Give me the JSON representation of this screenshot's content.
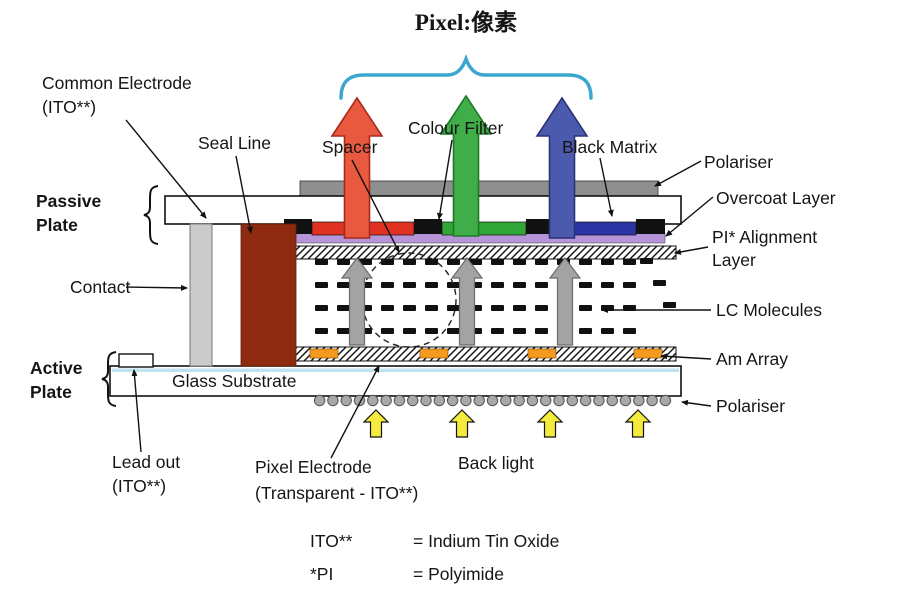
{
  "title": "Pixel:像素",
  "colors": {
    "accent": "#3BA7CE",
    "arrow_red": "#E9593F",
    "arrow_green": "#3FAE49",
    "arrow_blue": "#4C5AAE",
    "arrow_gray": "#A3A3A3",
    "backlight_yellow": "#F5EB3C",
    "seal_brown": "#8E2A0F",
    "filter_red": "#DF3220",
    "filter_green": "#2FA635",
    "filter_blue": "#2B35A4",
    "overcoat_purple": "#B594D8",
    "am_orange": "#F59A1E",
    "polariser_gray": "#8F8F8F",
    "contact_gray": "#CBCBCB"
  },
  "labels": {
    "common_electrode_line1": "Common Electrode",
    "common_electrode_line2": "(ITO**)",
    "seal_line": "Seal Line",
    "spacer": "Spacer",
    "colour_filter": "Colour Filter",
    "black_matrix": "Black Matrix",
    "polariser_top": "Polariser",
    "overcoat_layer": "Overcoat Layer",
    "pi_alignment_line1": "PI* Alignment",
    "pi_alignment_line2": "Layer",
    "lc_molecules": "LC Molecules",
    "am_array": "Am Array",
    "polariser_bottom": "Polariser",
    "passive_plate_line1": "Passive",
    "passive_plate_line2": "Plate",
    "contact": "Contact",
    "active_plate_line1": "Active",
    "active_plate_line2": "Plate",
    "glass_substrate": "Glass Substrate",
    "lead_out_line1": "Lead out",
    "lead_out_line2": "(ITO**)",
    "pixel_electrode_line1": "Pixel Electrode",
    "pixel_electrode_line2": "(Transparent - ITO**)",
    "back_light": "Back light"
  },
  "legend": {
    "ito_term": "ITO**",
    "ito_def": "= Indium Tin Oxide",
    "pi_term": "*PI",
    "pi_def": "= Polyimide"
  }
}
